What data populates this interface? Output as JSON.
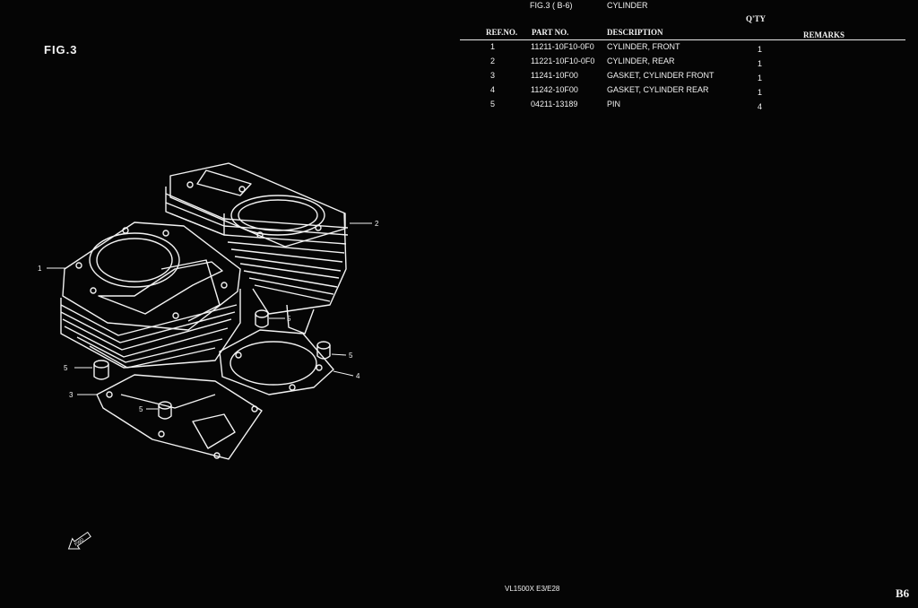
{
  "figure": {
    "label": "FIG.3"
  },
  "header": {
    "fig_ref": "FIG.3 ( B-6)",
    "title": "CYLINDER",
    "qty": "Q'TY"
  },
  "columns": {
    "ref_no": "REF.NO.",
    "part_no": "PART NO.",
    "description": "DESCRIPTION",
    "remarks": "REMARKS"
  },
  "parts": [
    {
      "ref": "1",
      "part_no": "11211-10F10-0F0",
      "description": "CYLINDER, FRONT",
      "qty": "1"
    },
    {
      "ref": "2",
      "part_no": "11221-10F10-0F0",
      "description": "CYLINDER, REAR",
      "qty": "1"
    },
    {
      "ref": "3",
      "part_no": "11241-10F00",
      "description": "GASKET, CYLINDER FRONT",
      "qty": "1"
    },
    {
      "ref": "4",
      "part_no": "11242-10F00",
      "description": "GASKET, CYLINDER REAR",
      "qty": "1"
    },
    {
      "ref": "5",
      "part_no": "04211-13189",
      "description": "PIN",
      "qty": "4"
    }
  ],
  "diagram": {
    "callouts": [
      "1",
      "2",
      "3",
      "4",
      "5",
      "5",
      "5",
      "5"
    ],
    "direction_label": "FWD",
    "direction_icon": "arrow-icon"
  },
  "footer": {
    "model": "VL1500X  E3/E28",
    "page": "B6"
  }
}
